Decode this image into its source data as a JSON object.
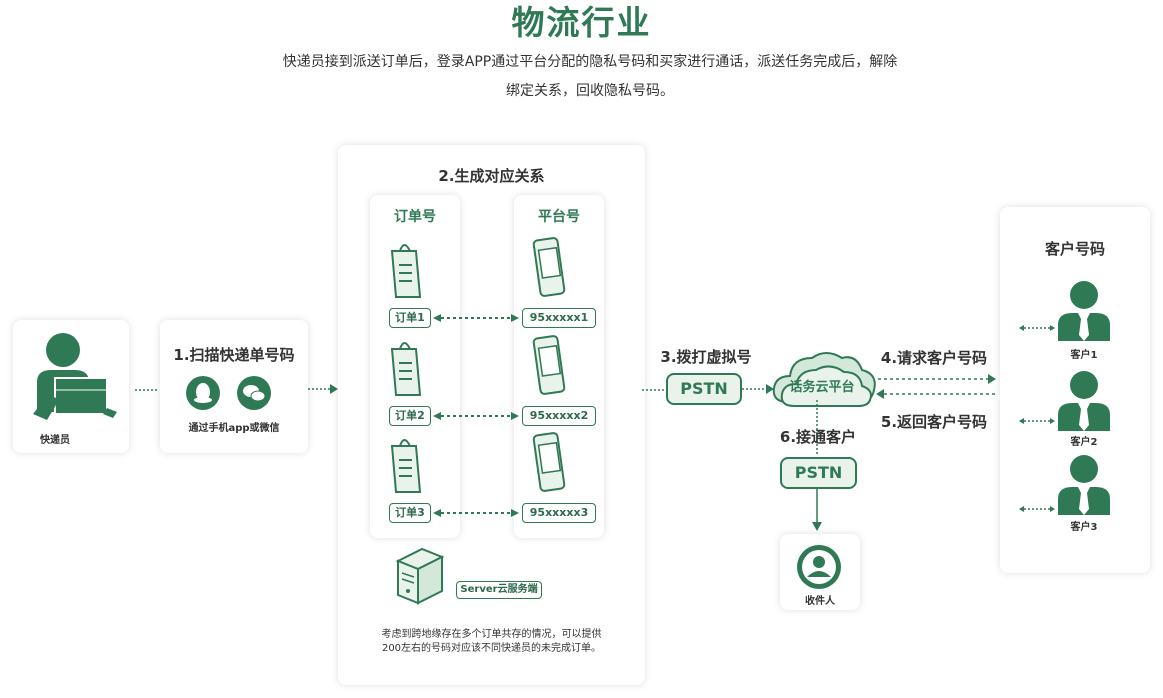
{
  "header": {
    "title": "物流行业",
    "description_line1": "快递员接到派送订单后，登录APP通过平台分配的隐私号码和买家进行通话，派送任务完成后，解除",
    "description_line2": "绑定关系，回收隐私号码。"
  },
  "courier": {
    "label": "快递员"
  },
  "step1": {
    "title": "1.扫描快递单号码",
    "caption": "通过手机app或微信"
  },
  "step2": {
    "title": "2.生成对应关系",
    "col_order": "订单号",
    "col_platform": "平台号",
    "orders": [
      "订单1",
      "订单2",
      "订单3"
    ],
    "numbers": [
      "95xxxxx1",
      "95xxxxx2",
      "95xxxxx3"
    ],
    "server_label": "Server云服务端",
    "note_line1": "考虑到跨地缘存在多个订单共存的情况，可以提供",
    "note_line2": "200左右的号码对应该不同快递员的未完成订单。"
  },
  "step3": {
    "title": "3.拨打虚拟号",
    "pstn": "PSTN"
  },
  "cloud": {
    "label": "话务云平台"
  },
  "step4": {
    "title": "4.请求客户号码"
  },
  "step5": {
    "title": "5.返回客户号码"
  },
  "step6": {
    "title": "6.接通客户",
    "pstn": "PSTN"
  },
  "receiver": {
    "label": "收件人"
  },
  "customers": {
    "title": "客户号码",
    "items": [
      "客户1",
      "客户2",
      "客户3"
    ]
  },
  "colors": {
    "accent": "#2f7a55",
    "light": "#e9f3ec"
  }
}
